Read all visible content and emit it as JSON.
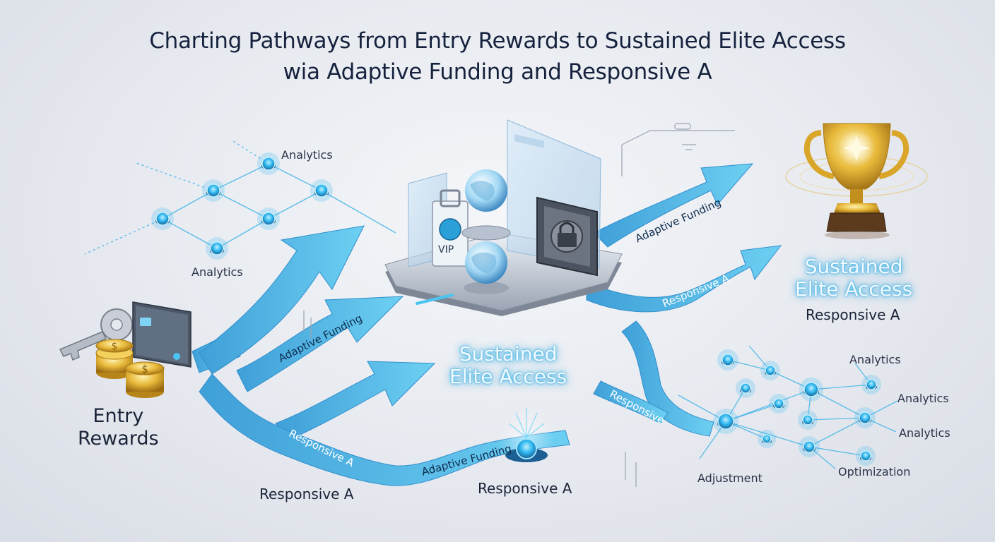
{
  "title": {
    "line1": "Charting Pathways from Entry Rewards to Sustained Elite Access",
    "line2": "wia Adaptive Funding and Responsive A"
  },
  "nodes": {
    "entry": "Entry\nRewards",
    "center": "Sustained\nElite Access",
    "goal": "Sustained\nElite Access",
    "goal_sub": "Responsive A",
    "vip": "VIP"
  },
  "labels": {
    "analytics_top": "Analytics",
    "analytics_left": "Analytics",
    "analytics_r1": "Analytics",
    "analytics_r2": "Analytics",
    "analytics_r3": "Analytics",
    "adjustment": "Adjustment",
    "optimization": "Optimization",
    "responsive_bottom_left": "Responsive A",
    "responsive_bottom_center": "Responsive A"
  },
  "arrow_labels": {
    "adaptive_left": "Adaptive Funding",
    "adaptive_top": "Adaptive Funding",
    "adaptive_bottom": "Adaptive Funding",
    "responsive_lower_left": "Responsive A",
    "responsive_right": "Responsive A",
    "responsive_mid": "Responsive"
  },
  "colors": {
    "arrow_main": "#5cc2ea",
    "arrow_dark": "#2f8fcd",
    "node_glow": "#2fb8f0",
    "gold": "#e8b93a",
    "title": "#16223d"
  },
  "icons": [
    "key-icon",
    "coin-stack-icon",
    "card-icon",
    "vip-badge-icon",
    "lock-icon",
    "globe-icon",
    "trophy-icon"
  ]
}
